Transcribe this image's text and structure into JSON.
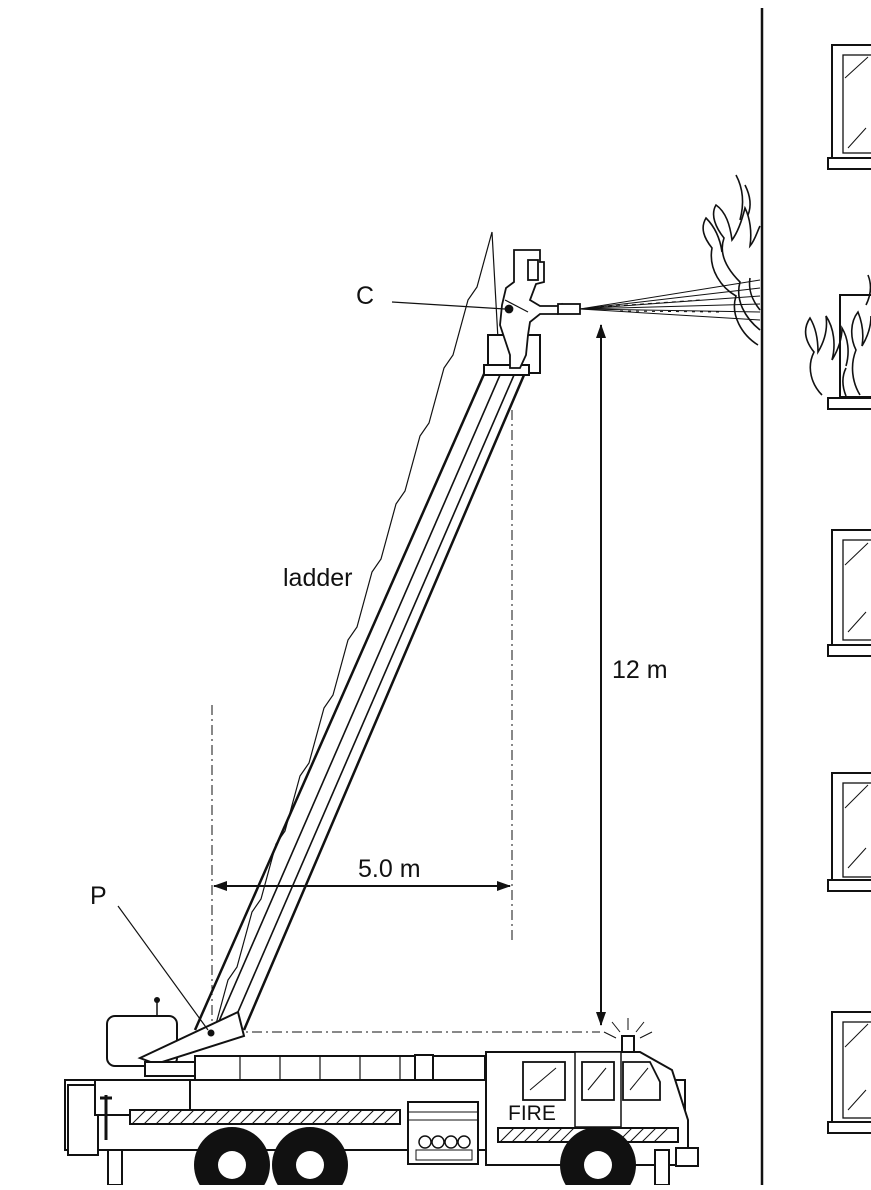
{
  "labels": {
    "point_c": "C",
    "ladder": "ladder",
    "height": "12 m",
    "horizontal": "5.0 m",
    "point_p": "P",
    "truck_text": "FIRE"
  }
}
